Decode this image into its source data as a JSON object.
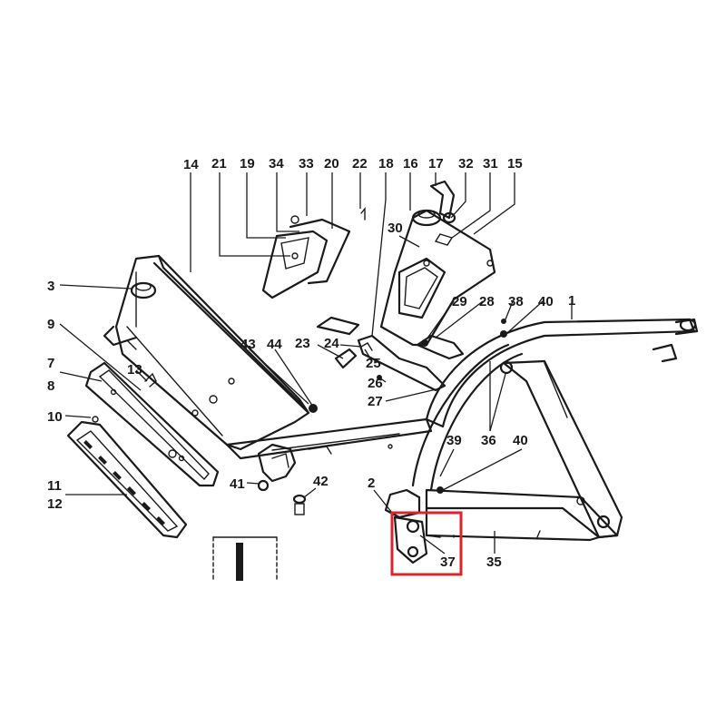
{
  "diagram": {
    "callouts": [
      "14",
      "21",
      "19",
      "34",
      "33",
      "20",
      "22",
      "18",
      "16",
      "17",
      "32",
      "31",
      "15",
      "30",
      "3",
      "9",
      "7",
      "8",
      "13",
      "10",
      "11",
      "12",
      "29",
      "28",
      "38",
      "40",
      "1",
      "23",
      "24",
      "25",
      "26",
      "27",
      "43",
      "44",
      "36",
      "39",
      "40",
      "2",
      "41",
      "42",
      "37",
      "35"
    ]
  },
  "highlight": {
    "color": "#d9262c"
  }
}
